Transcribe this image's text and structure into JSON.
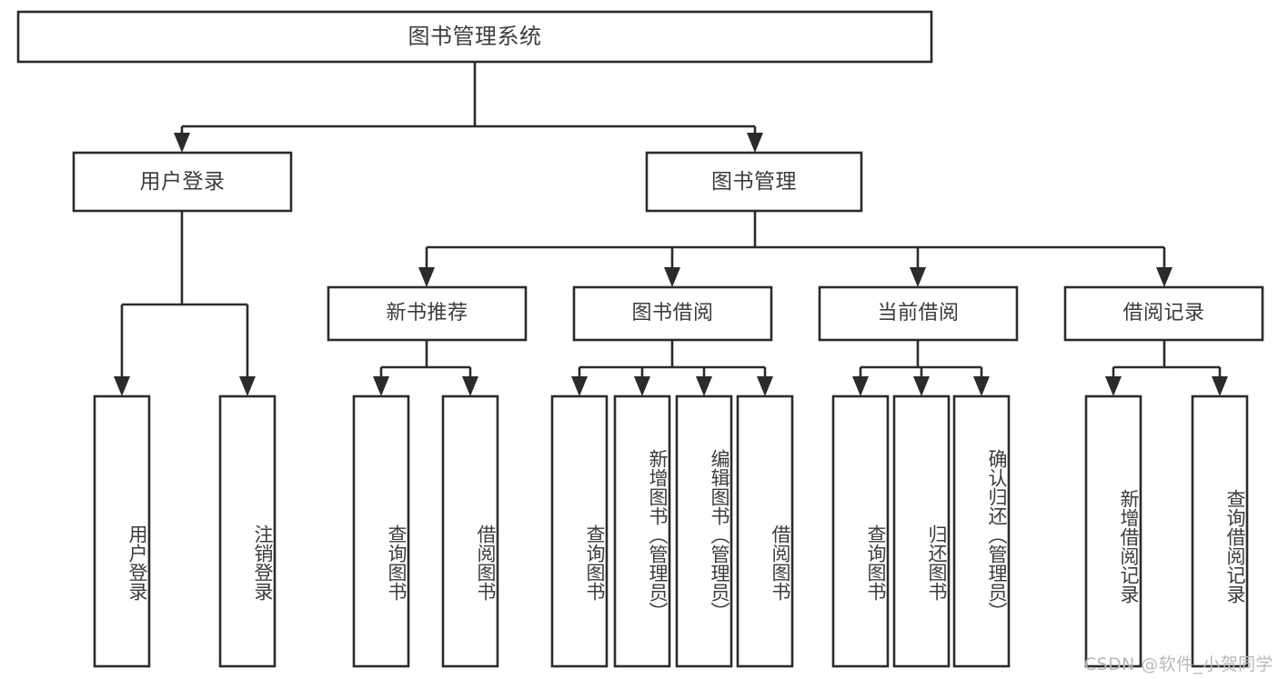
{
  "diagram": {
    "type": "tree-hierarchy",
    "title": "图书管理系统",
    "orientation": "top-down",
    "colors": {
      "stroke": "#2b2b2b",
      "box_fill": "#ffffff",
      "text": "#3c3c3c",
      "background": "#ffffff",
      "watermark": "#b9b9b9"
    },
    "levels": [
      {
        "level": 1,
        "nodes": [
          {
            "id": "root",
            "label": "图书管理系统",
            "orientation": "horizontal"
          }
        ]
      },
      {
        "level": 2,
        "nodes": [
          {
            "id": "user-login",
            "label": "用户登录",
            "orientation": "horizontal"
          },
          {
            "id": "book-manage",
            "label": "图书管理",
            "orientation": "horizontal"
          }
        ]
      },
      {
        "level": 3,
        "nodes": [
          {
            "id": "new-book-rec",
            "label": "新书推荐",
            "orientation": "horizontal"
          },
          {
            "id": "book-borrow",
            "label": "图书借阅",
            "orientation": "horizontal"
          },
          {
            "id": "current-borrow",
            "label": "当前借阅",
            "orientation": "horizontal"
          },
          {
            "id": "borrow-record",
            "label": "借阅记录",
            "orientation": "horizontal"
          }
        ]
      },
      {
        "level": 4,
        "nodes": [
          {
            "id": "leaf-user-login",
            "label": "用户登录",
            "orientation": "vertical",
            "parent": "user-login"
          },
          {
            "id": "leaf-logout",
            "label": "注销登录",
            "orientation": "vertical",
            "parent": "user-login"
          },
          {
            "id": "leaf-query-book-1",
            "label": "查询图书",
            "orientation": "vertical",
            "parent": "new-book-rec"
          },
          {
            "id": "leaf-borrow-book-1",
            "label": "借阅图书",
            "orientation": "vertical",
            "parent": "new-book-rec"
          },
          {
            "id": "leaf-query-book-2",
            "label": "查询图书",
            "orientation": "vertical",
            "parent": "book-borrow"
          },
          {
            "id": "leaf-add-book",
            "label": "新增图书（管理员）",
            "orientation": "vertical",
            "parent": "book-borrow"
          },
          {
            "id": "leaf-edit-book",
            "label": "编辑图书（管理员）",
            "orientation": "vertical",
            "parent": "book-borrow"
          },
          {
            "id": "leaf-borrow-book-2",
            "label": "借阅图书",
            "orientation": "vertical",
            "parent": "book-borrow"
          },
          {
            "id": "leaf-query-book-3",
            "label": "查询图书",
            "orientation": "vertical",
            "parent": "current-borrow"
          },
          {
            "id": "leaf-return-book",
            "label": "归还图书",
            "orientation": "vertical",
            "parent": "current-borrow"
          },
          {
            "id": "leaf-confirm-return",
            "label": "确认归还（管理员）",
            "orientation": "vertical",
            "parent": "current-borrow"
          },
          {
            "id": "leaf-add-record",
            "label": "新增借阅记录",
            "orientation": "vertical",
            "parent": "borrow-record"
          },
          {
            "id": "leaf-query-record",
            "label": "查询借阅记录",
            "orientation": "vertical",
            "parent": "borrow-record"
          }
        ]
      }
    ],
    "edges": [
      {
        "from": "root",
        "to": "user-login"
      },
      {
        "from": "root",
        "to": "book-manage"
      },
      {
        "from": "user-login",
        "to": "leaf-user-login"
      },
      {
        "from": "user-login",
        "to": "leaf-logout"
      },
      {
        "from": "book-manage",
        "to": "new-book-rec"
      },
      {
        "from": "book-manage",
        "to": "book-borrow"
      },
      {
        "from": "book-manage",
        "to": "current-borrow"
      },
      {
        "from": "book-manage",
        "to": "borrow-record"
      },
      {
        "from": "new-book-rec",
        "to": "leaf-query-book-1"
      },
      {
        "from": "new-book-rec",
        "to": "leaf-borrow-book-1"
      },
      {
        "from": "book-borrow",
        "to": "leaf-query-book-2"
      },
      {
        "from": "book-borrow",
        "to": "leaf-add-book"
      },
      {
        "from": "book-borrow",
        "to": "leaf-edit-book"
      },
      {
        "from": "book-borrow",
        "to": "leaf-borrow-book-2"
      },
      {
        "from": "current-borrow",
        "to": "leaf-query-book-3"
      },
      {
        "from": "current-borrow",
        "to": "leaf-return-book"
      },
      {
        "from": "current-borrow",
        "to": "leaf-confirm-return"
      },
      {
        "from": "borrow-record",
        "to": "leaf-add-record"
      },
      {
        "from": "borrow-record",
        "to": "leaf-query-record"
      }
    ]
  },
  "watermark": {
    "text": "CSDN @软件_小贺同学"
  }
}
